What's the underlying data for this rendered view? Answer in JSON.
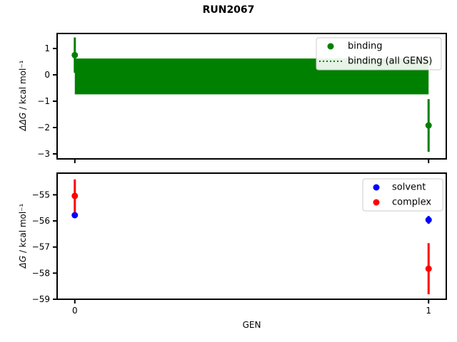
{
  "title": "RUN2067",
  "chart_data": [
    {
      "type": "scatter",
      "title": "RUN2067",
      "ylabel": "ΔΔG / kcal mol⁻¹",
      "ylabel_math": "ΔΔG",
      "ylabel_units": " / kcal mol⁻¹",
      "xlim": [
        -0.05,
        1.05
      ],
      "ylim": [
        -3.19,
        1.57
      ],
      "yticks": [
        1,
        0,
        -1,
        -2,
        -3
      ],
      "ytick_labels": [
        "1",
        "0",
        "−1",
        "−2",
        "−3"
      ],
      "xticks": [
        0,
        1
      ],
      "xtick_labels": [
        "",
        ""
      ],
      "grid": false,
      "legend_position": "upper right",
      "series": [
        {
          "name": "binding",
          "color": "#008000",
          "marker": "circle",
          "x": [
            0,
            1
          ],
          "y": [
            0.75,
            -1.92
          ],
          "yerr": [
            0.67,
            1.0
          ]
        }
      ],
      "band": {
        "name": "binding (all GENS)",
        "color": "#008000",
        "style": "dotted-edge-filled",
        "x0": 0,
        "x1": 1,
        "lo": -0.74,
        "hi": 0.62
      },
      "legend": [
        "binding",
        "binding (all GENS)"
      ]
    },
    {
      "type": "scatter",
      "xlabel": "GEN",
      "ylabel": "ΔG / kcal mol⁻¹",
      "ylabel_math": "ΔG",
      "ylabel_units": " / kcal mol⁻¹",
      "xlim": [
        -0.05,
        1.05
      ],
      "ylim": [
        -59.0,
        -54.17
      ],
      "yticks": [
        -55,
        -56,
        -57,
        -58,
        -59
      ],
      "ytick_labels": [
        "−55",
        "−56",
        "−57",
        "−58",
        "−59"
      ],
      "xticks": [
        0,
        1
      ],
      "xtick_labels": [
        "0",
        "1"
      ],
      "grid": false,
      "legend_position": "upper right",
      "series": [
        {
          "name": "solvent",
          "color": "#0000ff",
          "marker": "circle",
          "x": [
            0,
            1
          ],
          "y": [
            -55.78,
            -55.96
          ],
          "yerr": [
            0.1,
            0.15
          ]
        },
        {
          "name": "complex",
          "color": "#ff0000",
          "marker": "circle",
          "x": [
            0,
            1
          ],
          "y": [
            -55.04,
            -57.83
          ],
          "yerr": [
            0.63,
            0.98
          ]
        }
      ],
      "legend": [
        "solvent",
        "complex"
      ]
    }
  ],
  "colors": {
    "frame": "#000000",
    "legend_border": "#cccccc",
    "background": "#ffffff"
  }
}
